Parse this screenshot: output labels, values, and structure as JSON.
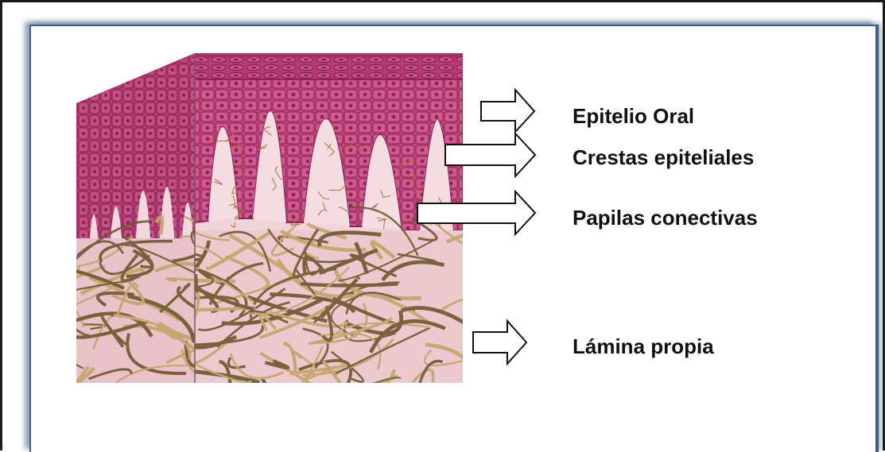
{
  "labels": {
    "epitelio": "Epitelio Oral",
    "crestas": "Crestas epiteliales",
    "papilas": "Papilas conectivas",
    "lamina": "Lámina propia"
  },
  "colors": {
    "epithelium": "#c0437a",
    "epithelium_dark": "#8e2357",
    "papilla": "#f2d8dc",
    "connective": "#e9c6cc",
    "fiber": "#b4955f",
    "fiber_dark": "#6f5730",
    "frame_border": "#3c6190"
  }
}
